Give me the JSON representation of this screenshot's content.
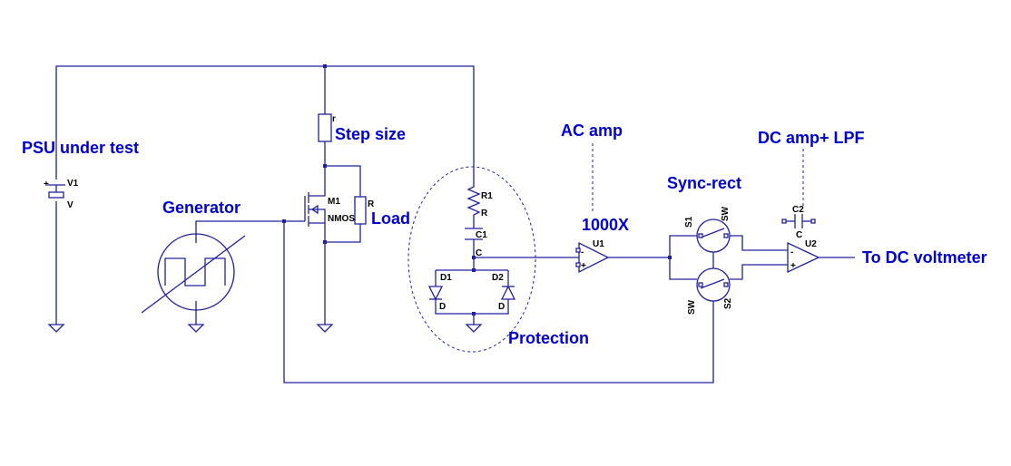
{
  "labels": {
    "psu": "PSU under test",
    "step_size": "Step size",
    "generator": "Generator",
    "load": "Load",
    "protection": "Protection",
    "ac_amp": "AC amp",
    "gain": "1000X",
    "sync_rect": "Sync-rect",
    "dc_amp": "DC amp+ LPF",
    "to_dc": "To DC voltmeter"
  },
  "refs": {
    "v1": "V1",
    "v1_val": "V",
    "v1_plus": "+",
    "r": "r",
    "m1": "M1",
    "nmos": "NMOS",
    "R": "R",
    "r1": "R1",
    "r1_val": "R",
    "c1": "C1",
    "c1_val": "C",
    "d1": "D1",
    "d1_val": "D",
    "d2": "D2",
    "d2_val": "D",
    "u1": "U1",
    "s1": "S1",
    "s1_val": "SW",
    "s2": "S2",
    "s2_val": "SW",
    "c2": "C2",
    "c2_val": "C",
    "u2": "U2",
    "minus": "-",
    "plus": "+"
  },
  "colors": {
    "wire": "#2020a0",
    "label": "#0000d0",
    "ref": "#000000"
  }
}
